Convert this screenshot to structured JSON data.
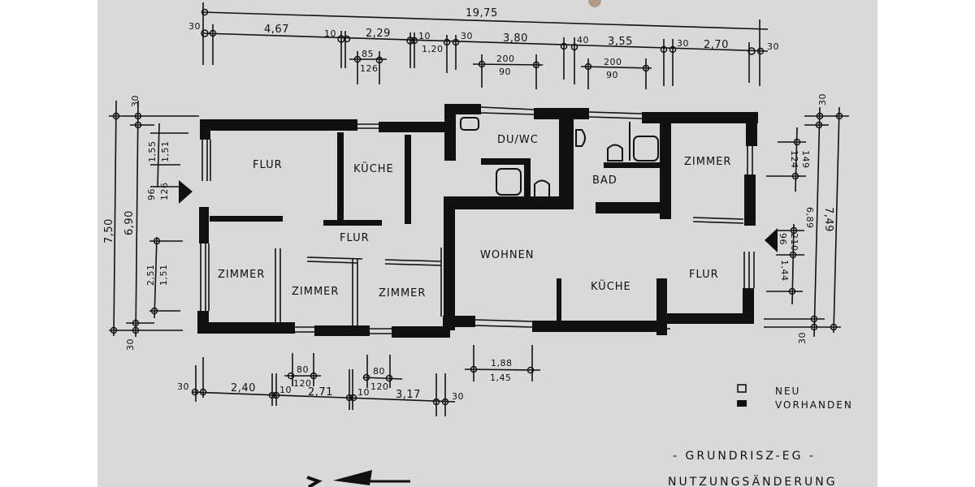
{
  "document": {
    "title": "- GRUNDRISZ-EG -",
    "subtitle": "NUTZUNGSÄNDERUNG",
    "paper_color": "#d9d9d9",
    "ink_color": "#111111",
    "margin_color": "#ffffff"
  },
  "legend": {
    "items": [
      {
        "symbol": "open-wall",
        "label": "NEU"
      },
      {
        "symbol": "solid-wall",
        "label": "VORHANDEN"
      }
    ]
  },
  "rooms": [
    {
      "id": "flur-1",
      "label": "FLUR"
    },
    {
      "id": "kueche-1",
      "label": "KÜCHE"
    },
    {
      "id": "flur-2",
      "label": "FLUR"
    },
    {
      "id": "zimmer-1",
      "label": "ZIMMER"
    },
    {
      "id": "zimmer-2",
      "label": "ZIMMER"
    },
    {
      "id": "zimmer-3",
      "label": "ZIMMER"
    },
    {
      "id": "du-wc",
      "label": "DU/WC"
    },
    {
      "id": "bad",
      "label": "BAD"
    },
    {
      "id": "zimmer-4",
      "label": "ZIMMER"
    },
    {
      "id": "wohnen",
      "label": "WOHNEN"
    },
    {
      "id": "kueche-2",
      "label": "KÜCHE"
    },
    {
      "id": "flur-3",
      "label": "FLUR"
    }
  ],
  "dimensions": {
    "top_total": "19,75",
    "top_chain": [
      "30",
      "4,67",
      "10",
      "2,29",
      "10",
      "30",
      "3,80",
      "40",
      "3,55",
      "30",
      "2,70",
      "30"
    ],
    "top_under_120": "1,20",
    "top_openings": [
      {
        "width": "85",
        "height": "126"
      },
      {
        "width": "200",
        "height": "90"
      },
      {
        "width": "200",
        "height": "90"
      }
    ],
    "bottom_chain": [
      "30",
      "2,40",
      "10",
      "2,71",
      "10",
      "3,17",
      "30"
    ],
    "bottom_openings": [
      {
        "width": "80",
        "height": "120"
      },
      {
        "width": "80",
        "height": "120"
      },
      {
        "width": "1,88",
        "height": "1,45"
      }
    ],
    "left_total": "7,50",
    "left_inner": "6,90",
    "left_top": "30",
    "left_bottom": "30",
    "left_openings": [
      {
        "width": "1,55",
        "height": "1,51"
      },
      {
        "width": "96",
        "height": "126"
      },
      {
        "width": "2,51",
        "height": "1,51"
      }
    ],
    "right_total": "7,49",
    "right_inner": "6,89",
    "right_top": "30",
    "right_bottom": "30",
    "right_openings": [
      {
        "width": "124",
        "height": "149"
      },
      {
        "width": "96",
        "height": "210"
      },
      {
        "width": "1,44",
        "height": ""
      }
    ]
  }
}
